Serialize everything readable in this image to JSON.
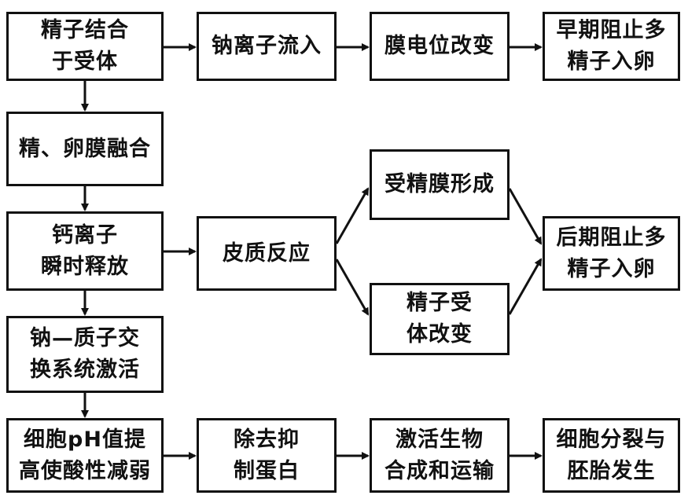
{
  "nodes": {
    "sperm_bind": "精子结合\n于受体",
    "na_influx": "钠离子流入",
    "membrane_potential": "膜电位改变",
    "early_block": "早期阻止多\n精子入卵",
    "fusion": "精、卵膜融合",
    "ca_release": "钙离子\n瞬时释放",
    "cortical_reaction": "皮质反应",
    "fertilization_membrane": "受精膜形成",
    "receptor_change": "精子受\n体改变",
    "late_block": "后期阻止多\n精子入卵",
    "na_h_exchange": "钠—质子交\n换系统激活",
    "ph_rise": "细胞pH值提\n高使酸性减弱",
    "remove_inhibitor": "除去抑\n制蛋白",
    "activate_bio": "激活生物\n合成和运输",
    "cleavage": "细胞分裂与\n胚胎发生"
  }
}
